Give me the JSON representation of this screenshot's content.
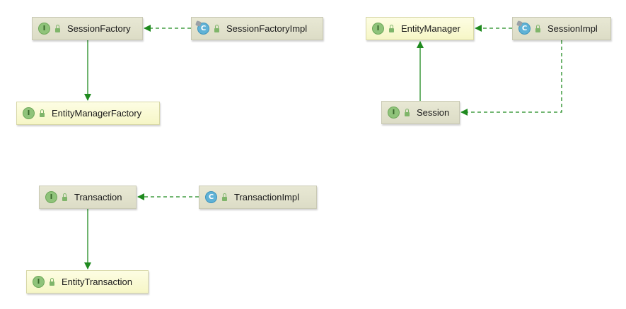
{
  "diagram": {
    "nodes": [
      {
        "id": "SessionFactory",
        "label": "SessionFactory",
        "kind": "interface",
        "badge": "I"
      },
      {
        "id": "SessionFactoryImpl",
        "label": "SessionFactoryImpl",
        "kind": "class",
        "badge": "C"
      },
      {
        "id": "EntityManagerFactory",
        "label": "EntityManagerFactory",
        "kind": "interface",
        "badge": "I"
      },
      {
        "id": "EntityManager",
        "label": "EntityManager",
        "kind": "interface",
        "badge": "I"
      },
      {
        "id": "SessionImpl",
        "label": "SessionImpl",
        "kind": "class",
        "badge": "C"
      },
      {
        "id": "Session",
        "label": "Session",
        "kind": "interface",
        "badge": "I"
      },
      {
        "id": "Transaction",
        "label": "Transaction",
        "kind": "interface",
        "badge": "I"
      },
      {
        "id": "TransactionImpl",
        "label": "TransactionImpl",
        "kind": "class",
        "badge": "C"
      },
      {
        "id": "EntityTransaction",
        "label": "EntityTransaction",
        "kind": "interface",
        "badge": "I"
      }
    ],
    "edges": [
      {
        "from": "SessionFactoryImpl",
        "to": "SessionFactory",
        "type": "implements"
      },
      {
        "from": "SessionFactory",
        "to": "EntityManagerFactory",
        "type": "extends"
      },
      {
        "from": "SessionImpl",
        "to": "EntityManager",
        "type": "implements"
      },
      {
        "from": "SessionImpl",
        "to": "Session",
        "type": "implements"
      },
      {
        "from": "Session",
        "to": "EntityManager",
        "type": "extends"
      },
      {
        "from": "TransactionImpl",
        "to": "Transaction",
        "type": "implements"
      },
      {
        "from": "Transaction",
        "to": "EntityTransaction",
        "type": "extends"
      }
    ],
    "colors": {
      "edge": "#1f8a1f",
      "interface_badge": "#8fc37a",
      "class_badge": "#5fb2d6"
    },
    "icons": {
      "interface": "interface-icon",
      "class": "class-icon",
      "visibility": "public-lock-icon"
    }
  }
}
